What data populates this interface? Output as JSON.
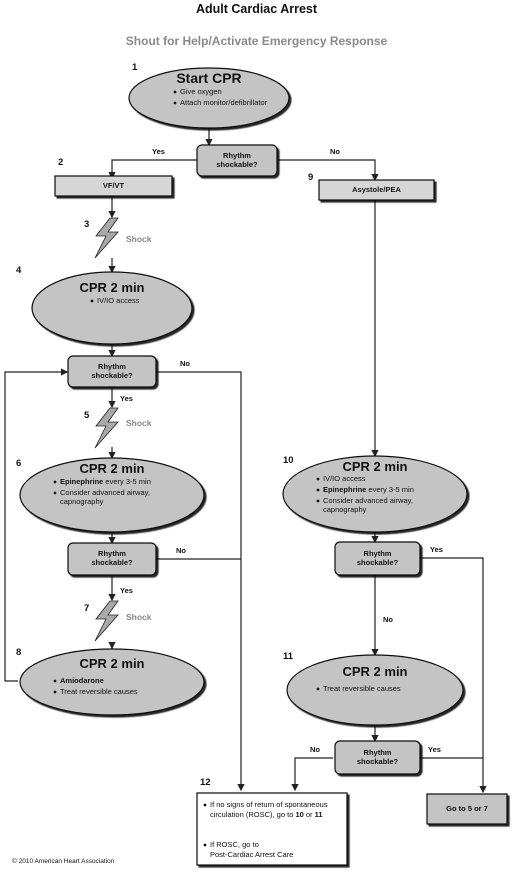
{
  "title": "Adult Cardiac Arrest",
  "subtitle": "Shout for Help/Activate Emergency Response",
  "step_numbers": [
    "1",
    "2",
    "3",
    "4",
    "5",
    "6",
    "7",
    "8",
    "9",
    "10",
    "11",
    "12"
  ],
  "start_cpr": {
    "title": "Start CPR",
    "bullets": [
      "Give oxygen",
      "Attach monitor/defibrillator"
    ]
  },
  "rhythm_question": "Rhythm shockable?",
  "rhythm_line1": "Rhythm",
  "rhythm_line2": "shockable?",
  "yes": "Yes",
  "no": "No",
  "vf_vt": "VF/VT",
  "asystole_pea": "Asystole/PEA",
  "shock": "Shock",
  "cpr_2min": "CPR 2 min",
  "cpr4_bullets": [
    "IV/IO access"
  ],
  "cpr6": {
    "bold1": "Epinephrine",
    "rest1": " every 3-5 min",
    "bullet2": "Consider advanced airway,",
    "bullet2b": "capnography"
  },
  "cpr8": {
    "bullet1": "Amiodarone",
    "bullet2": "Treat reversible causes"
  },
  "cpr10": {
    "bullet1": "IV/IO access",
    "bold2": "Epinephrine",
    "rest2": " every 3-5 min",
    "bullet3": "Consider advanced airway,",
    "bullet3b": "capnography"
  },
  "cpr11": {
    "bullet1": "Treat reversible causes"
  },
  "goto": "Go to 5 or 7",
  "final": {
    "b1_pre": "If no signs of return of spontaneous circulation (ROSC), go to ",
    "b1_n1": "10",
    "b1_mid": " or ",
    "b1_n2": "11",
    "b2_pre": "If ROSC, go to",
    "b2_line2": "Post-Cardiac Arrest Care"
  },
  "copyright": "© 2010 American Heart Association"
}
